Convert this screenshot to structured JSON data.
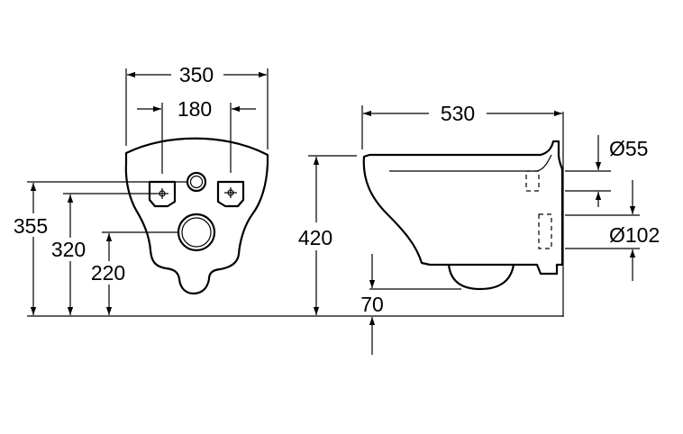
{
  "front_view": {
    "width_overall": "350",
    "mount_spacing": "180",
    "height_355": "355",
    "height_320": "320",
    "height_220": "220"
  },
  "side_view": {
    "depth": "530",
    "rim_height": "420",
    "outlet_height": "70",
    "inlet_diameter": "Ø55",
    "outlet_diameter": "Ø102"
  }
}
